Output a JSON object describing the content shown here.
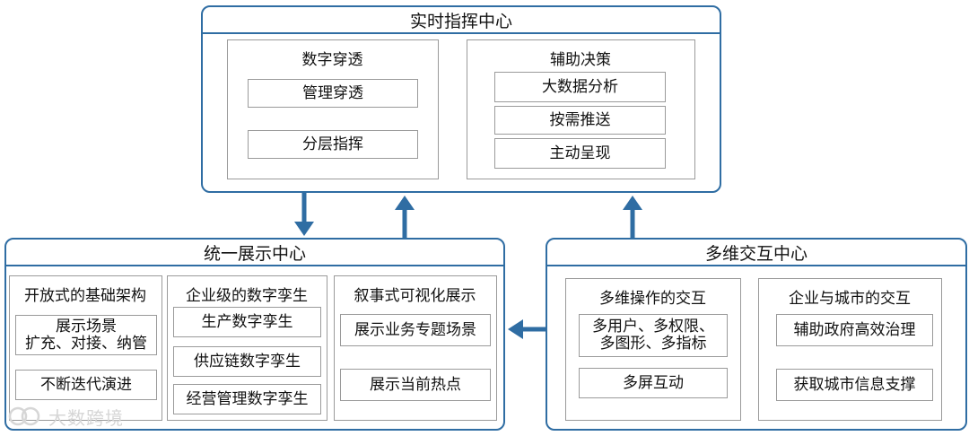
{
  "top": {
    "title": "实时指挥中心",
    "left": {
      "title": "数字穿透",
      "items": [
        "管理穿透",
        "分层指挥"
      ]
    },
    "right": {
      "title": "辅助决策",
      "items": [
        "大数据分析",
        "按需推送",
        "主动呈现"
      ]
    }
  },
  "left": {
    "title": "统一展示中心",
    "col1": {
      "title": "开放式的基础架构",
      "items": [
        "展示场景\n扩充、对接、纳管",
        "不断迭代演进"
      ]
    },
    "col2": {
      "title": "企业级的数字孪生",
      "items": [
        "生产数字孪生",
        "供应链数字孪生",
        "经营管理数字孪生"
      ]
    },
    "col3": {
      "title": "叙事式可视化展示",
      "items": [
        "展示业务专题场景",
        "展示当前热点"
      ]
    }
  },
  "right": {
    "title": "多维交互中心",
    "col1": {
      "title": "多维操作的交互",
      "items": [
        "多用户、多权限、\n多图形、多指标",
        "多屏互动"
      ]
    },
    "col2": {
      "title": "企业与城市的交互",
      "items": [
        "辅助政府高效治理",
        "获取城市信息支撑"
      ]
    }
  },
  "watermark": "大数跨境",
  "colors": {
    "border": "#2f6da3",
    "arrow": "#2f6da3",
    "inner_border": "#9a9a9a"
  }
}
